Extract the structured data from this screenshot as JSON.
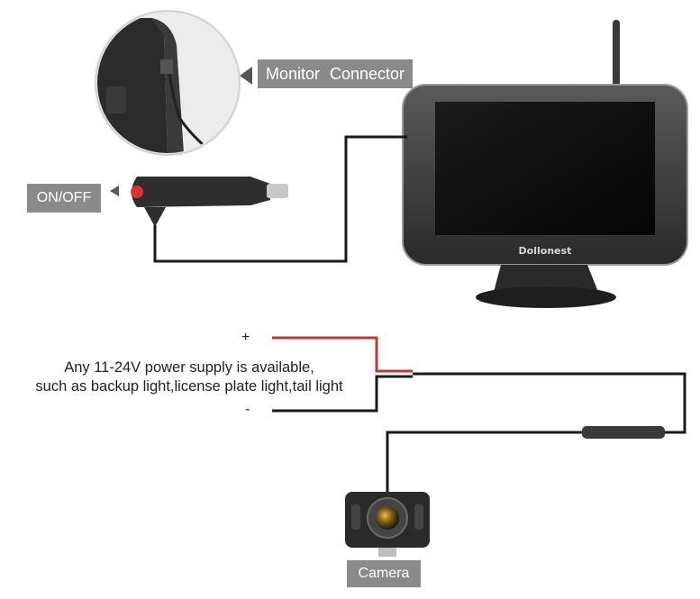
{
  "labels": {
    "monitor_connector": "Monitor  Connector",
    "on_off": "ON/OFF",
    "camera": "Camera",
    "brand": "Dollonest",
    "plus": "+",
    "minus": "-"
  },
  "power_note": {
    "line1": "Any 11-24V power supply is available,",
    "line2": "such as backup light,license plate light,tail light"
  },
  "colors": {
    "positive_wire": "#c0392b",
    "negative_wire": "#1a1a1a",
    "label_bg": "#8a8a8a"
  }
}
